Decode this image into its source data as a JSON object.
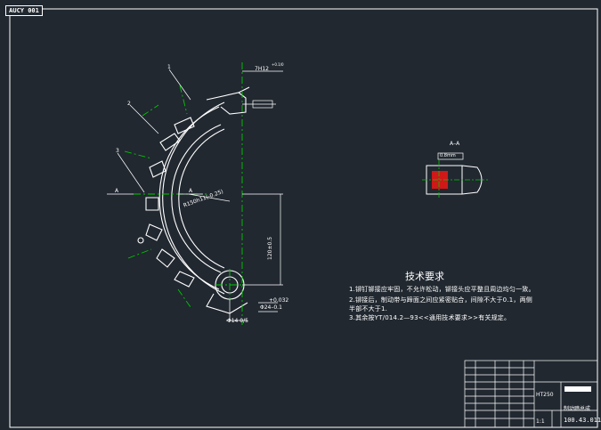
{
  "stamp_label": "AUCY 001",
  "technical_requirements": {
    "title": "技术要求",
    "items": [
      "1.铆钉铆接应牢固，不允许松动，铆接头应平整且周边均匀一致。",
      "2.铆接后，制动带与蹄面之间应紧密贴合，间隙不大于0.1，两侧",
      "   半部不大于1.",
      "3.其余按YT/014.2—93<<通用技术要求>>有关规定。"
    ]
  },
  "section_view": {
    "label": "A–A",
    "tolerance": "0.8mm"
  },
  "drawing_labels": {
    "section_marks": [
      "A",
      "A"
    ],
    "leaders": [
      "1",
      "2",
      "3"
    ],
    "dim_top": "7H12",
    "dim_top_tolerance": "+0.1/0",
    "radius": "R150h11(-0.25)",
    "vertical_dim": "120±0.5",
    "hole_dim": "Φ24–0.1",
    "hole_tol": "+0.032",
    "bottom_dim": "Φ14 0/5"
  },
  "title_block": {
    "part_name": "制动蹄总成",
    "drawing_number": "100.43.011",
    "scale": "1:1",
    "material": "HT250"
  },
  "colors": {
    "background": "#212830",
    "line": "#ffffff",
    "center": "#00c800",
    "hatch": "#d01818"
  }
}
